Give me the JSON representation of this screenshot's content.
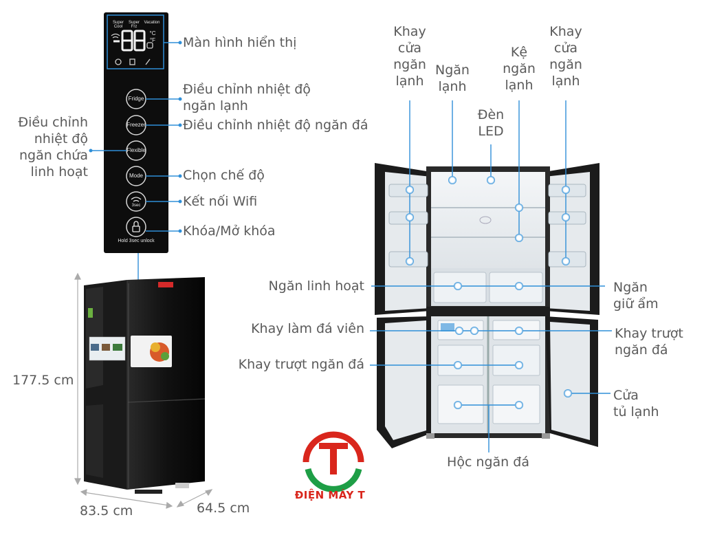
{
  "control_panel": {
    "top_labels": [
      "Super Cool",
      "Super Frz",
      "Vacation"
    ],
    "display_digits": "-88",
    "unit_c": "°C",
    "unit_f": "°F",
    "buttons": [
      "Fridge",
      "Freezer",
      "Flexible",
      "Mode",
      "3sec",
      ""
    ],
    "lock_caption": "Hold 3sec unlock"
  },
  "panel_labels": {
    "display": "Màn hình hiển thị",
    "fridge_temp": "Điều chỉnh nhiệt độ\nngăn lạnh",
    "freezer_temp": "Điều chỉnh nhiệt độ ngăn đá",
    "flexible_temp": "Điều chỉnh\nnhiệt độ\nngăn chứa\nlinh hoạt",
    "mode": "Chọn chế độ",
    "wifi": "Kết nối Wifi",
    "lock": "Khóa/Mở khóa"
  },
  "dimensions": {
    "height": "177.5 cm",
    "width": "83.5 cm",
    "depth": "64.5 cm"
  },
  "interior_labels": {
    "door_tray_left": "Khay\ncửa\nngăn\nlạnh",
    "fridge_compartment": "Ngăn\nlạnh",
    "led_light": "Đèn\nLED",
    "fridge_shelf": "Kệ\nngăn\nlạnh",
    "door_tray_right": "Khay\ncửa\nngăn\nlạnh",
    "flex_compartment": "Ngăn linh hoạt",
    "humidity_drawer": "Ngăn\ngiữ ẩm",
    "ice_tray": "Khay làm đá viên",
    "freezer_slide_tray_right": "Khay trượt\nngăn đá",
    "freezer_slide_tray_left": "Khay trượt ngăn đá",
    "fridge_door": "Cửa\ntủ lạnh",
    "freezer_drawer": "Hộc ngăn đá"
  },
  "brand": {
    "name": "ĐIỆN MÁY T",
    "color_red": "#d9261c",
    "color_green": "#1e9e46"
  },
  "accent": {
    "callout_blue": "#2f8fd8"
  }
}
